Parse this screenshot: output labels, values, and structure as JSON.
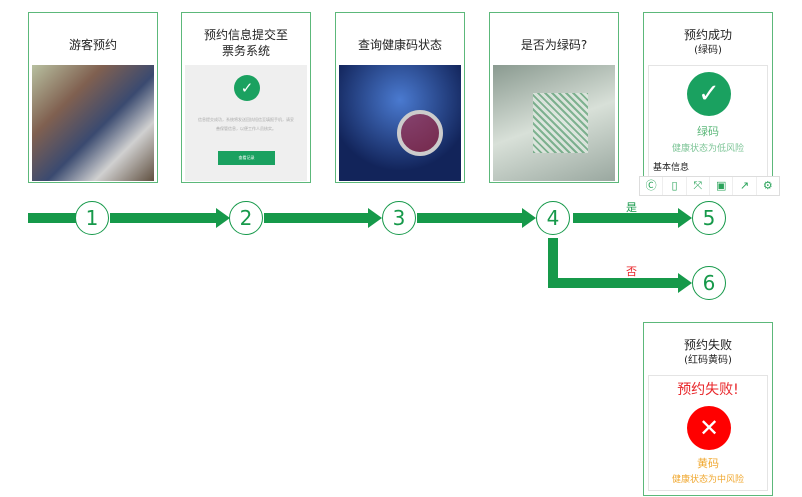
{
  "steps": [
    {
      "title": "游客预约"
    },
    {
      "title": "预约信息提交至\n票务系统",
      "screen_text": "信息提交成功，系统将发送回执短信至填报手机，请妥善保管信息，以便工作人员核实。",
      "screen_button": "查看记录"
    },
    {
      "title": "查询健康码状态"
    },
    {
      "title": "是否为绿码?"
    },
    {
      "title": "预约成功",
      "subtitle": "(绿码)",
      "code": "绿码",
      "status": "健康状态为低风险",
      "section": "基本信息"
    },
    {
      "title": "预约失败",
      "subtitle": "(红码黄码)",
      "headline": "预约失败!",
      "code": "黄码",
      "status": "健康状态为中风险"
    }
  ],
  "numbers": [
    "1",
    "2",
    "3",
    "4",
    "5",
    "6"
  ],
  "branch": {
    "yes": "是",
    "no": "否"
  },
  "toolbar": [
    "ocr-icon",
    "tablet-icon",
    "fullscreen-icon",
    "save-icon",
    "share-icon",
    "settings-icon"
  ],
  "colors": {
    "green": "#16994a",
    "red": "#e8262a",
    "yellow": "#f0a830"
  }
}
